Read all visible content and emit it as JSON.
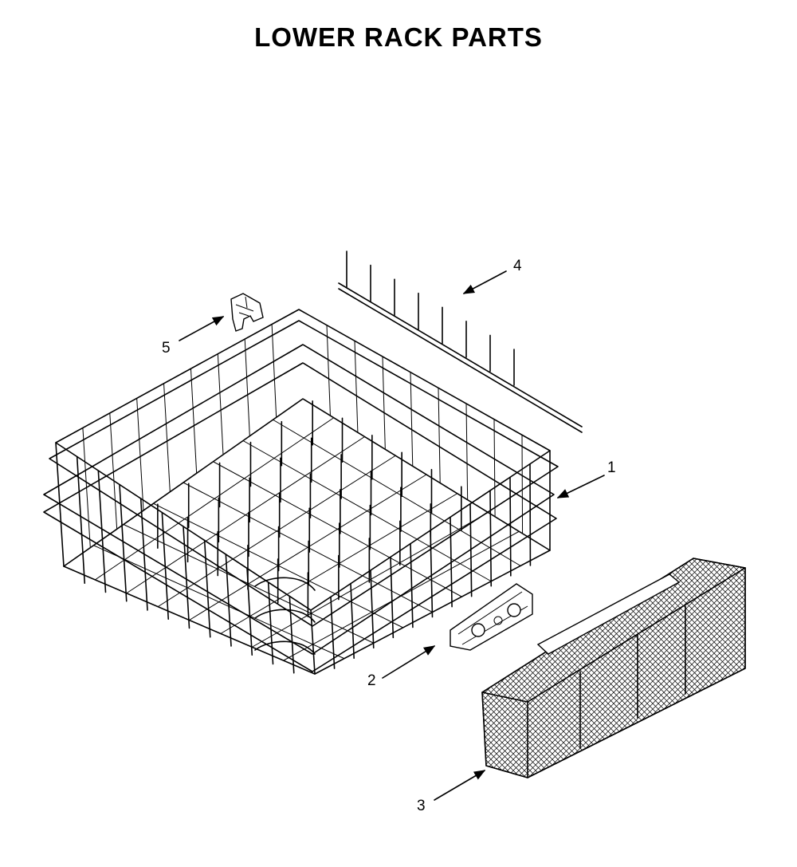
{
  "title": "LOWER RACK PARTS",
  "callouts": [
    {
      "id": "1",
      "label": "1"
    },
    {
      "id": "2",
      "label": "2"
    },
    {
      "id": "3",
      "label": "3"
    },
    {
      "id": "4",
      "label": "4"
    },
    {
      "id": "5",
      "label": "5"
    }
  ],
  "parts": [
    {
      "ref": "1",
      "icon": "lower-rack-icon"
    },
    {
      "ref": "2",
      "icon": "rack-wheel-clip-icon"
    },
    {
      "ref": "3",
      "icon": "silverware-basket-icon"
    },
    {
      "ref": "4",
      "icon": "tine-row-icon"
    },
    {
      "ref": "5",
      "icon": "rack-clip-icon"
    }
  ]
}
